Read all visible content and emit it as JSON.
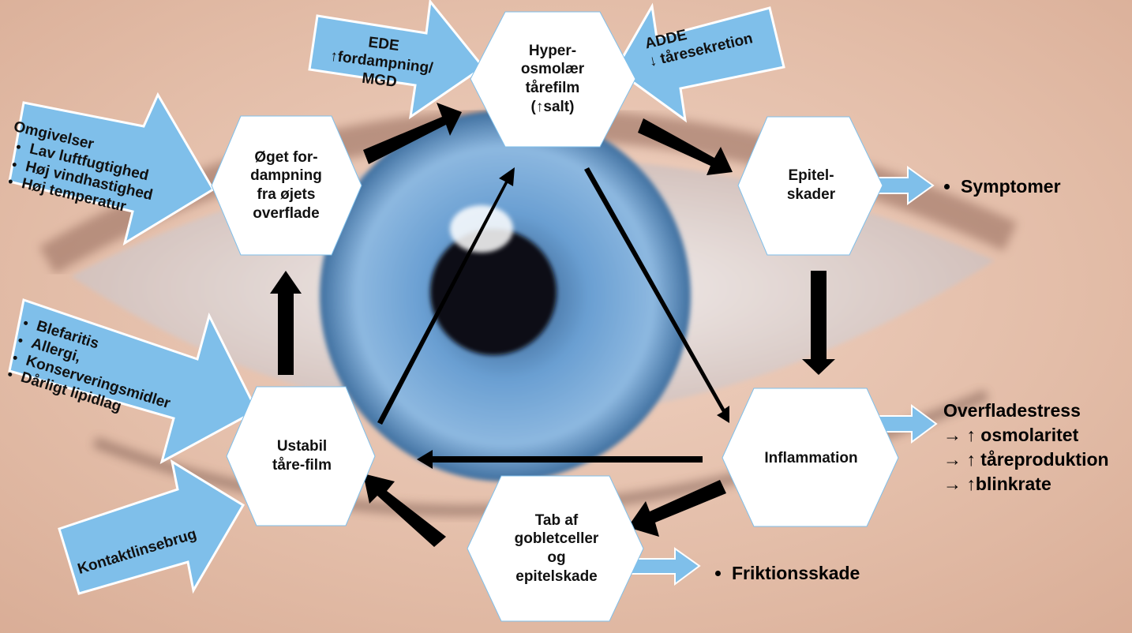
{
  "nodes": {
    "hyperosmolar": "Hyper-\nosmolær\ntårefilm\n(↑salt)",
    "epitel": "Epitel-\nskader",
    "inflammation": "Inflammation",
    "goblet": "Tab af\ngobletceller\nog\nepitelskade",
    "ustabil": "Ustabil\ntåre-film",
    "oget": "Øget for-\ndampning\nfra øjets\noverflade"
  },
  "causes": {
    "omgivelser": {
      "title": "Omgivelser",
      "items": [
        "Lav luftfugtighed",
        "Høj vindhastighed",
        "Høj temperatur"
      ]
    },
    "blefaritis": {
      "items": [
        "Blefaritis",
        "Allergi,",
        "Konserveringsmidler",
        "Dårligt lipidlag"
      ]
    },
    "kontakt": "Kontaktlinsebrug",
    "ede": "EDE\n↑fordampning/\nMGD",
    "adde": "ADDE\n↓ tåresekretion"
  },
  "outcomes": {
    "symptomer": "Symptomer",
    "overflade": {
      "title": "Overfladestress",
      "lines": [
        "→ ↑ osmolaritet",
        "→ ↑ tåreproduktion",
        "→ ↑blinkrate"
      ]
    },
    "friktion": "Friktionsskade"
  },
  "colors": {
    "arrow_blue": "#7fbfea",
    "arrow_outline": "#ffffff",
    "iris": "#5b8fc4",
    "skin": "#e6c2ad"
  }
}
